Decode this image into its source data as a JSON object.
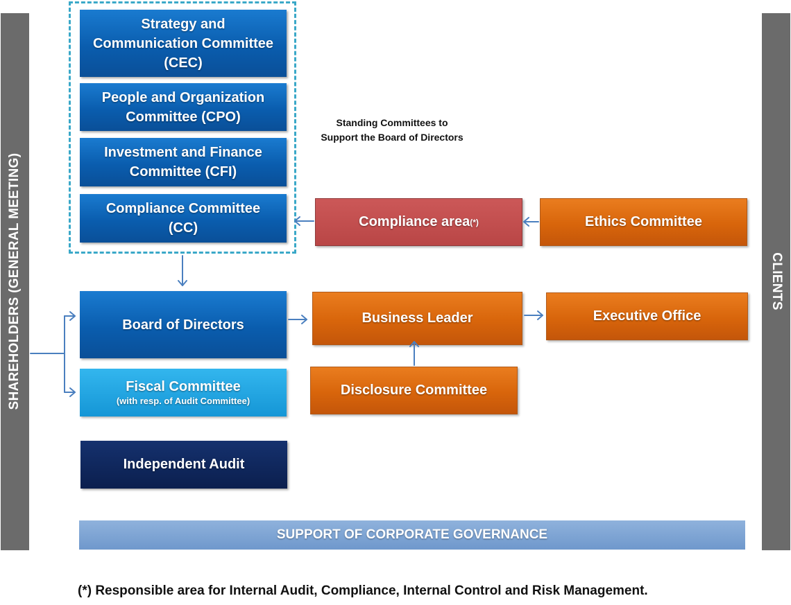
{
  "left_bar": {
    "label": "SHAREHOLDERS (GENERAL MEETING)"
  },
  "right_bar": {
    "label": "CLIENTS"
  },
  "standing_committees": {
    "note_line1": "Standing Committees to",
    "note_line2": "Support the Board of Directors",
    "cec": {
      "line1": "Strategy and",
      "line2": "Communication Committee",
      "line3": "(CEC)"
    },
    "cpo": {
      "line1": "People and Organization",
      "line2": "Committee (CPO)"
    },
    "cfi": {
      "line1": "Investment and Finance",
      "line2": "Committee (CFI)"
    },
    "cc": {
      "line1": "Compliance Committee",
      "line2": "(CC)"
    }
  },
  "compliance_area": {
    "label": "Compliance area",
    "marker": "(*)"
  },
  "ethics_committee": {
    "label": "Ethics Committee"
  },
  "board_of_directors": {
    "label": "Board of Directors"
  },
  "fiscal_committee": {
    "line1": "Fiscal Committee",
    "line2": "(with resp. of Audit Committee)"
  },
  "independent_audit": {
    "label": "Independent Audit"
  },
  "business_leader": {
    "label": "Business Leader"
  },
  "executive_office": {
    "label": "Executive Office"
  },
  "disclosure_committee": {
    "label": "Disclosure Committee"
  },
  "support_bar": {
    "label": "SUPPORT OF CORPORATE GOVERNANCE"
  },
  "footnote": {
    "text": "(*) Responsible area for Internal Audit, Compliance, Internal Control and Risk Management."
  },
  "colors": {
    "blue": "#0a5dae",
    "light_blue": "#1596d6",
    "navy": "#0b1f4e",
    "orange": "#d8650b",
    "red": "#b94646",
    "gray": "#6b6b6b",
    "support": "#7ea4d4",
    "dashed_border": "#3aa8c8",
    "arrow": "#4a7fbf"
  }
}
